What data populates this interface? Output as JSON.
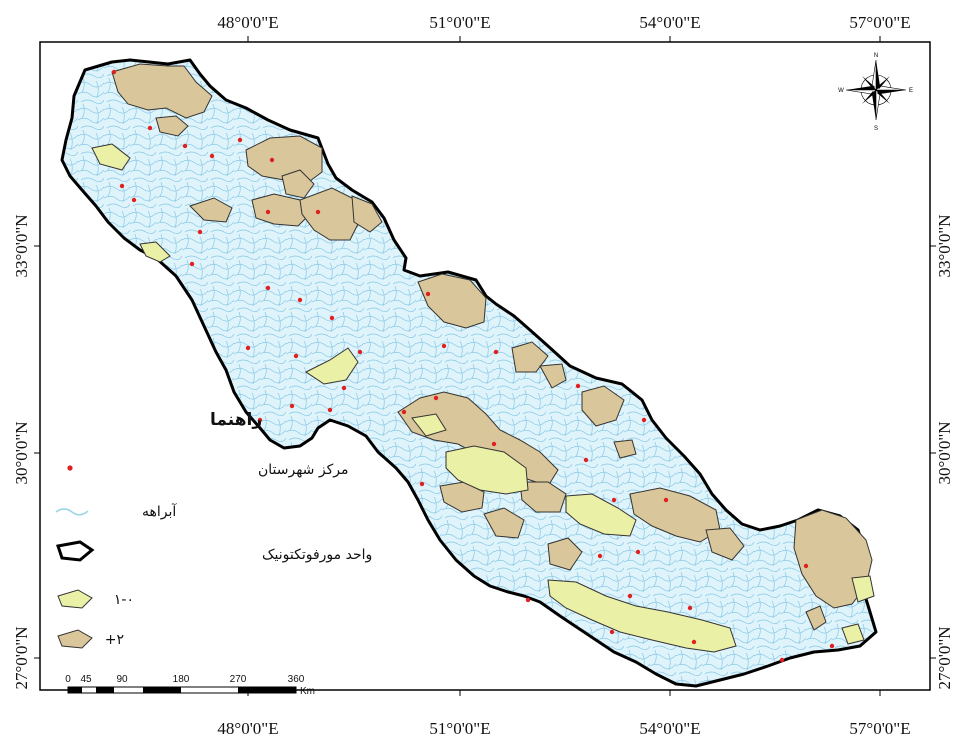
{
  "colors": {
    "frame": "#000000",
    "basin_fill": "#dff3fb",
    "basin_outline": "#000000",
    "drainage": "#7ec6e4",
    "unit_pos2": "#d9c79b",
    "unit_0_1": "#eaf0a6",
    "city": "#e02020"
  },
  "axes": {
    "top": [
      "48°0'0\"E",
      "51°0'0\"E",
      "54°0'0\"E",
      "57°0'0\"E"
    ],
    "bottom": [
      "48°0'0\"E",
      "51°0'0\"E",
      "54°0'0\"E",
      "57°0'0\"E"
    ],
    "left": [
      "33°0'0\"N",
      "30°0'0\"N",
      "27°0'0\"N"
    ],
    "right": [
      "33°0'0\"N",
      "30°0'0\"N",
      "27°0'0\"N"
    ]
  },
  "legend": {
    "title": "راهنما",
    "items": [
      {
        "label": "مرکز شهرستان",
        "symbol": "city-dot"
      },
      {
        "label": "آبراهه",
        "symbol": "stream-line"
      },
      {
        "label": "واحد مورفوتکتونیک",
        "symbol": "unit-outline"
      },
      {
        "label": "۱-۰",
        "symbol": "unit-0-1"
      },
      {
        "label": "+۲",
        "symbol": "unit-pos2"
      }
    ]
  },
  "scalebar": {
    "ticks": [
      "0",
      "45",
      "90",
      "180",
      "270",
      "360"
    ],
    "unit": "Km"
  },
  "north_arrow": {
    "letters": {
      "n": "N",
      "s": "S",
      "e": "E",
      "w": "W"
    }
  }
}
